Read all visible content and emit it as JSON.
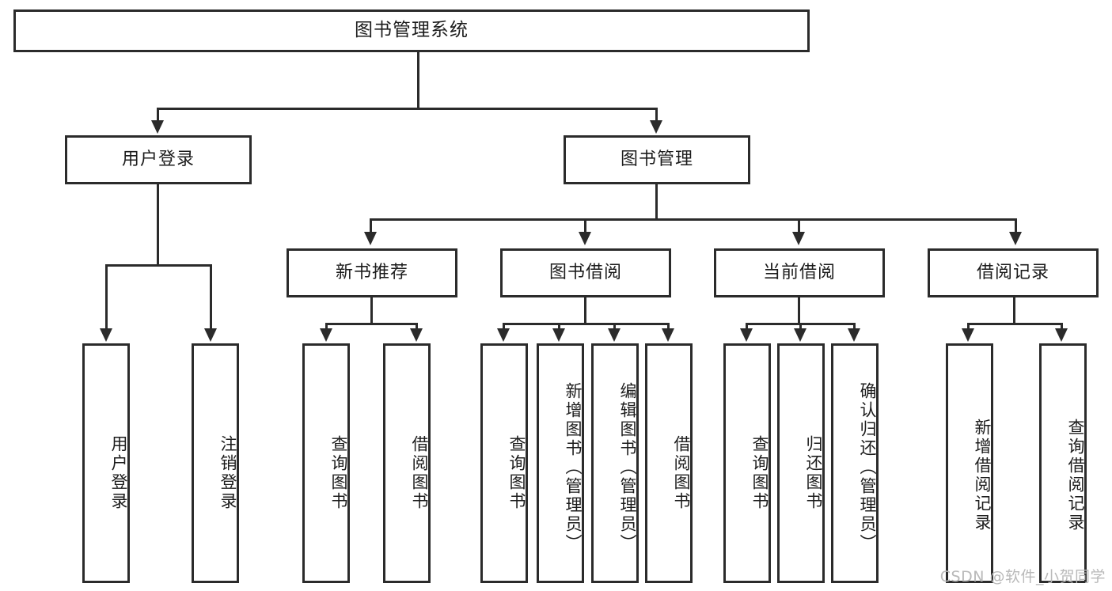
{
  "diagram": {
    "type": "tree",
    "title": "图书管理系统",
    "watermark": "CSDN @软件_小贺同学",
    "colors": {
      "stroke": "#2b2b2b",
      "fill": "#ffffff",
      "text": "#1c1c1c",
      "watermark": "#b9b9b9"
    },
    "nodes": {
      "root": {
        "label": "图书管理系统"
      },
      "level2": [
        {
          "id": "user-login",
          "label": "用户登录"
        },
        {
          "id": "book-manage",
          "label": "图书管理"
        }
      ],
      "level3": [
        {
          "id": "new-book-recommend",
          "label": "新书推荐"
        },
        {
          "id": "book-borrow",
          "label": "图书借阅"
        },
        {
          "id": "current-borrow",
          "label": "当前借阅"
        },
        {
          "id": "borrow-record",
          "label": "借阅记录"
        }
      ],
      "leaves": {
        "user_login": [
          {
            "id": "leaf-user-login",
            "label": "用户登录"
          },
          {
            "id": "leaf-user-logout",
            "label": "注销登录"
          }
        ],
        "new_book_recommend": [
          {
            "id": "leaf-query-book-1",
            "label": "查询图书"
          },
          {
            "id": "leaf-borrow-book-1",
            "label": "借阅图书"
          }
        ],
        "book_borrow": [
          {
            "id": "leaf-query-book-2",
            "label": "查询图书"
          },
          {
            "id": "leaf-add-book",
            "label": "新增图书（管理员）"
          },
          {
            "id": "leaf-edit-book",
            "label": "编辑图书（管理员）"
          },
          {
            "id": "leaf-borrow-book-2",
            "label": "借阅图书"
          }
        ],
        "current_borrow": [
          {
            "id": "leaf-query-book-3",
            "label": "查询图书"
          },
          {
            "id": "leaf-return-book",
            "label": "归还图书"
          },
          {
            "id": "leaf-confirm-return",
            "label": "确认归还（管理员）"
          }
        ],
        "borrow_record": [
          {
            "id": "leaf-add-record",
            "label": "新增借阅记录"
          },
          {
            "id": "leaf-query-record",
            "label": "查询借阅记录"
          }
        ]
      }
    }
  }
}
